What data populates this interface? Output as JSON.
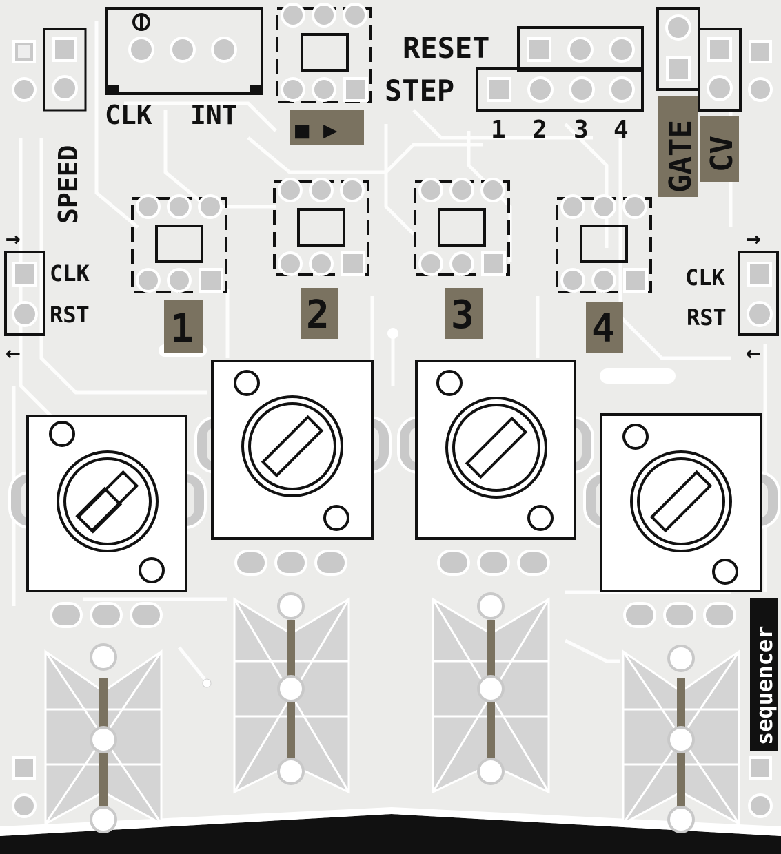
{
  "labels": {
    "speed": "SPEED",
    "clk_int_clk": "CLK",
    "clk_int_int": "INT",
    "play_symbols": "■ ▶",
    "reset": "RESET",
    "step": "STEP",
    "step_numbers": [
      "1",
      "2",
      "3",
      "4"
    ],
    "gate": "GATE",
    "cv": "CV",
    "left_clk": "CLK",
    "left_rst": "RST",
    "right_clk": "CLK",
    "right_rst": "RST",
    "channels": [
      "1",
      "2",
      "3",
      "4"
    ],
    "brand": "sequencer",
    "arrow_right": "→",
    "arrow_left": "←"
  },
  "colors": {
    "board": "#ececea",
    "trace": "#ffffff",
    "silk": "#111111",
    "label_bg": "#7a7260",
    "pad": "#c9c9c9",
    "touch": "#d4d4d4"
  }
}
